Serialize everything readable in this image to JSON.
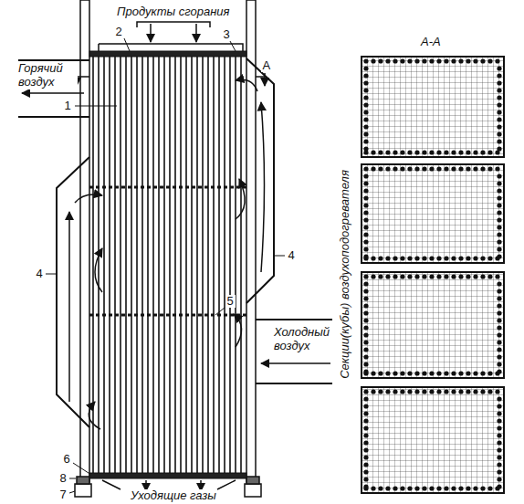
{
  "diagram": {
    "labels": [
      "Продукты сгорания",
      "2",
      "3",
      "А",
      "А",
      "Горячий воздух",
      "1",
      "4",
      "4",
      "5",
      "Холодный воздух",
      "6",
      "8",
      "7",
      "Уходящие газы",
      "А-А",
      "Секции(кубы) воздухоподогревателя"
    ]
  }
}
